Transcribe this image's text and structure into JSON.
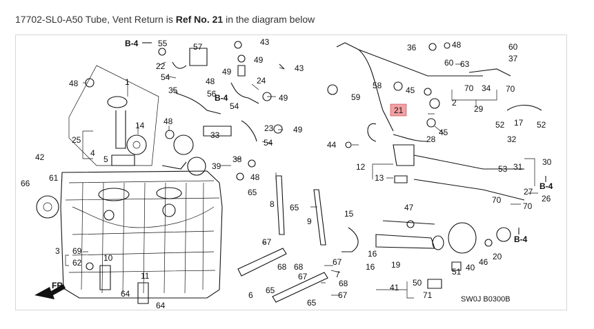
{
  "caption": {
    "part_text": "17702-SL0-A50 Tube, Vent Return is",
    "ref_text": "Ref No. 21",
    "suffix_text": "in the diagram below"
  },
  "diagram": {
    "highlight_ref": "21",
    "highlight_color": "#f3a0a4",
    "diagram_code": "SW0J  B0300B",
    "front_marker": "FR.",
    "refs": [
      "1",
      "2",
      "3",
      "4",
      "5",
      "6",
      "7",
      "8",
      "9",
      "10",
      "11",
      "12",
      "13",
      "14",
      "15",
      "16",
      "16",
      "17",
      "19",
      "20",
      "21",
      "22",
      "23",
      "24",
      "25",
      "26",
      "27",
      "28",
      "29",
      "30",
      "31",
      "32",
      "33",
      "34",
      "35",
      "36",
      "37",
      "38",
      "39",
      "40",
      "41",
      "42",
      "43",
      "43",
      "44",
      "45",
      "45",
      "46",
      "47",
      "48",
      "48",
      "48",
      "48",
      "49",
      "49",
      "49",
      "50",
      "51",
      "52",
      "52",
      "53",
      "54",
      "54",
      "54",
      "55",
      "56",
      "57",
      "58",
      "59",
      "60",
      "60",
      "61",
      "62",
      "63",
      "64",
      "64",
      "65",
      "65",
      "65",
      "65",
      "66",
      "67",
      "67",
      "67",
      "68",
      "68",
      "69",
      "70",
      "70",
      "70",
      "70",
      "71"
    ],
    "callouts": [
      "B-4",
      "B-4",
      "B-4",
      "B-4"
    ]
  }
}
